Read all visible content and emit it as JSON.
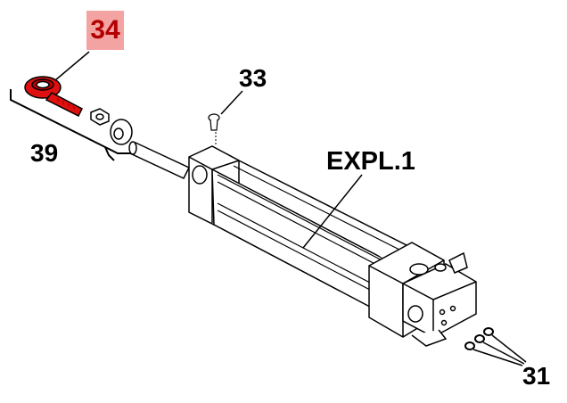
{
  "callouts": {
    "part_34": "34",
    "part_33": "33",
    "part_39": "39",
    "assembly": "EXPL.1",
    "part_31": "31"
  },
  "colors": {
    "highlight_part": "#e01010",
    "highlight_label_bg": "#f4a3a3",
    "highlight_label_text": "#b30000",
    "line": "#000000"
  }
}
